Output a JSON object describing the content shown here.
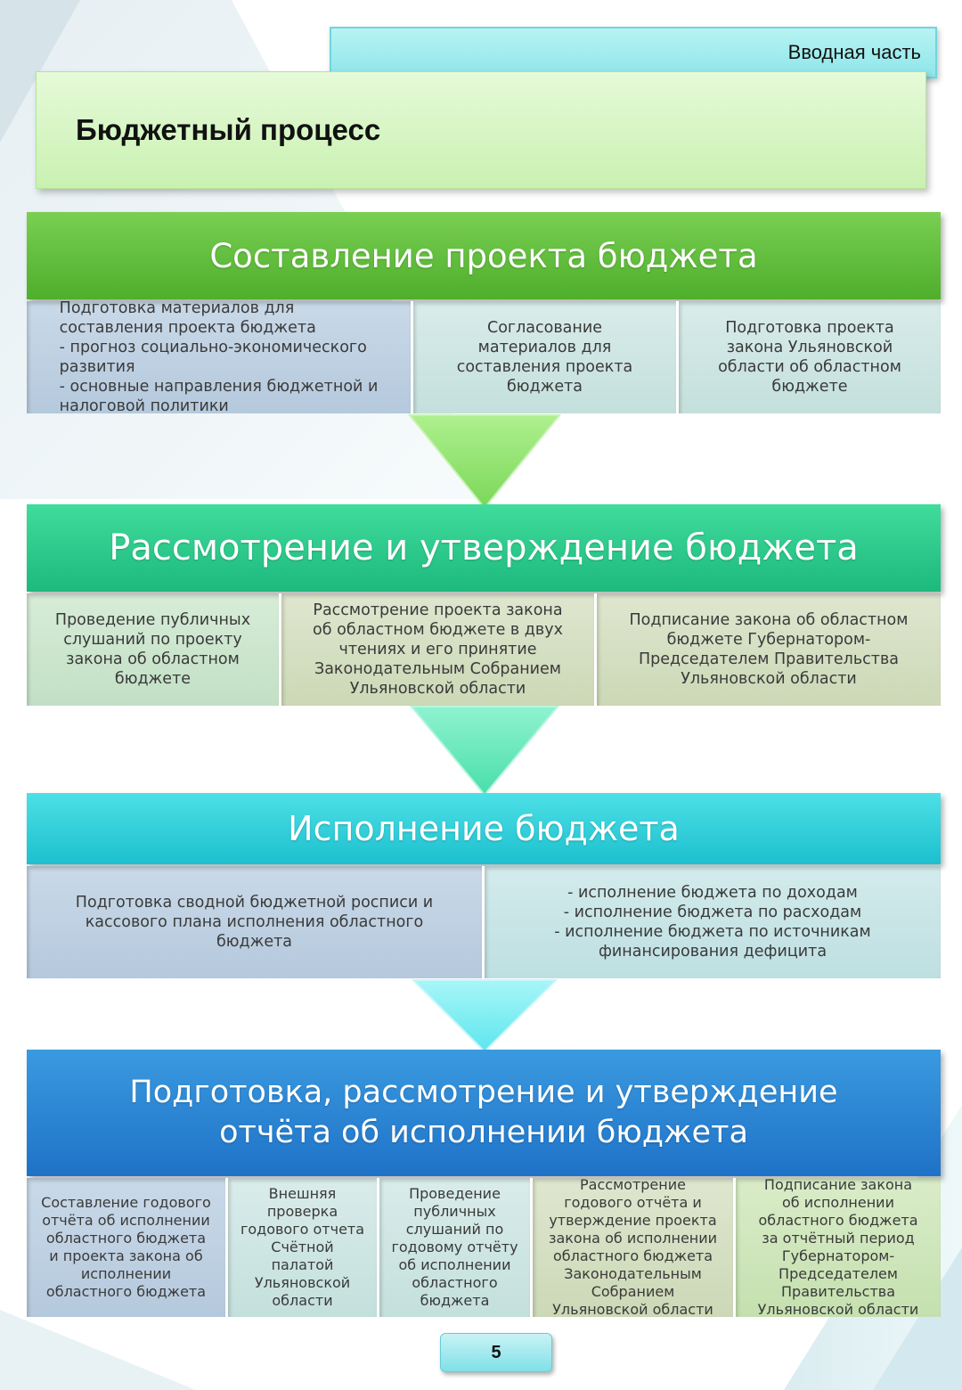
{
  "colors": {
    "stage1": "#5cbf38",
    "stage2": "#27c489",
    "stage3": "#2ccbd8",
    "stage4": "#2a86d4",
    "arrow1": "#8fe06e",
    "arrow2": "#5ce7b8",
    "arrow3": "#73eef2"
  },
  "header": {
    "section_label": "Вводная часть",
    "title": "Бюджетный процесс"
  },
  "stages": [
    {
      "title": "Составление проекта бюджета",
      "cells": [
        "Подготовка материалов для\nсоставления проекта бюджета\n- прогноз социально-экономического\nразвития\n- основные направления бюджетной и\nналоговой политики",
        "Согласование\nматериалов для\nсоставления проекта\nбюджета",
        "Подготовка проекта\nзакона Ульяновской\nобласти об областном\nбюджете"
      ]
    },
    {
      "title": "Рассмотрение и утверждение бюджета",
      "cells": [
        "Проведение публичных\nслушаний по проекту\nзакона об областном\nбюджете",
        "Рассмотрение проекта закона\nоб областном бюджете в двух\nчтениях и его принятие\nЗаконодательным Собранием\nУльяновской области",
        "Подписание закона об областном\nбюджете Губернатором-\nПредседателем Правительства\nУльяновской области"
      ]
    },
    {
      "title": "Исполнение бюджета",
      "cells": [
        "Подготовка сводной бюджетной росписи и\nкассового плана исполнения областного\nбюджета",
        "-  исполнение бюджета по доходам\n-  исполнение бюджета по расходам\n-  исполнение бюджета по источникам\nфинансирования дефицита"
      ]
    },
    {
      "title": "Подготовка, рассмотрение и утверждение\nотчёта об исполнении бюджета",
      "cells": [
        "Составление годового\nотчёта об исполнении\nобластного бюджета\nи проекта закона об\nисполнении\nобластного бюджета",
        "Внешняя\nпроверка\nгодового отчета\nСчётной\nпалатой\nУльяновской\nобласти",
        "Проведение\nпубличных\nслушаний по\nгодовому отчёту\nоб исполнении\nобластного\nбюджета",
        "Рассмотрение\nгодового отчёта и\nутверждение проекта\nзакона об исполнении\nобластного бюджета\nЗаконодательным\nСобранием\nУльяновской области",
        "Подписание закона\nоб исполнении\nобластного бюджета\nза отчётный период\nГубернатором-\nПредседателем\nПравительства\nУльяновской области"
      ]
    }
  ],
  "page_number": "5"
}
